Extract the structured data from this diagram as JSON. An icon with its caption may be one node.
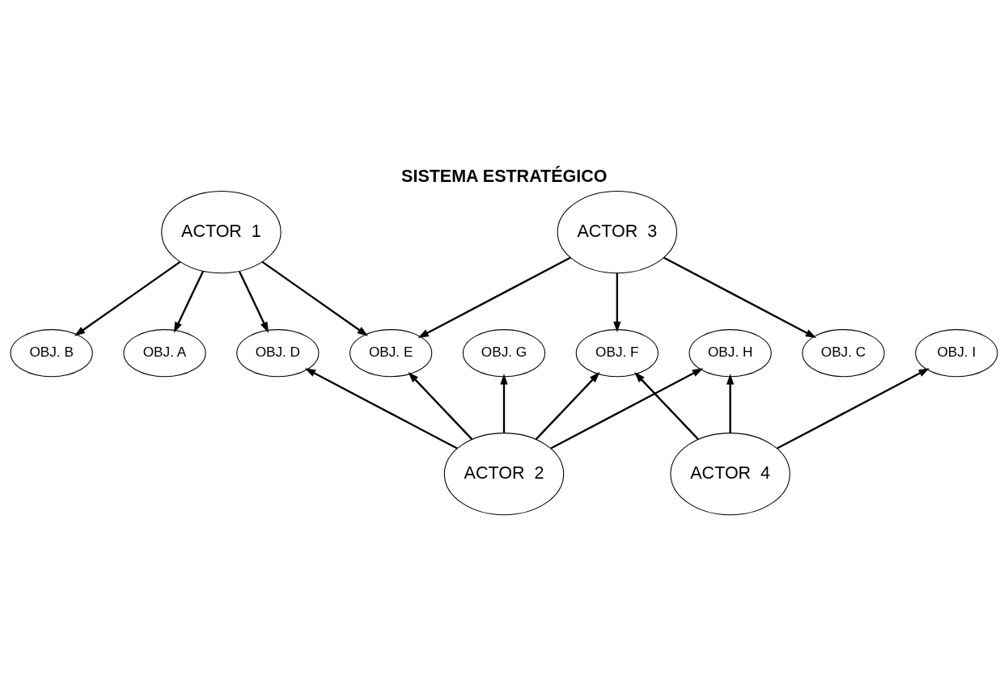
{
  "diagram": {
    "title": "SISTEMA ESTRATÉGICO",
    "nodes": [
      {
        "text": [
          "ACTOR  1"
        ]
      },
      {
        "text": [
          "OBJ. B"
        ]
      },
      {
        "text": [
          "ACTOR  3"
        ]
      },
      {
        "text": [
          "OBJ. A"
        ]
      },
      {
        "text": [
          "OBJ. C"
        ]
      },
      {
        "text": [
          "OBJ. E"
        ]
      },
      {
        "text": [
          "OBJ. D"
        ]
      },
      {
        "text": [
          "OBJ. F"
        ]
      },
      {
        "text": [
          "OBJ. G"
        ]
      },
      {
        "text": [
          "OBJ. I"
        ]
      },
      {
        "text": [
          "ACTOR  2"
        ]
      },
      {
        "text": [
          "OBJ. H"
        ]
      },
      {
        "text": [
          "ACTOR  4"
        ]
      }
    ],
    "edges": [
      {
        "from": 0,
        "to": 1,
        "arrow": "to"
      },
      {
        "from": 0,
        "to": 3,
        "arrow": "to"
      },
      {
        "from": 0,
        "to": 6,
        "arrow": "to"
      },
      {
        "from": 0,
        "to": 5,
        "arrow": "to"
      },
      {
        "from": 2,
        "to": 4,
        "arrow": "to"
      },
      {
        "from": 2,
        "to": 5,
        "arrow": "to"
      },
      {
        "from": 2,
        "to": 7,
        "arrow": "to"
      },
      {
        "from": 10,
        "to": 6,
        "arrow": "to"
      },
      {
        "from": 10,
        "to": 5,
        "arrow": "to"
      },
      {
        "from": 10,
        "to": 8,
        "arrow": "to"
      },
      {
        "from": 10,
        "to": 7,
        "arrow": "to"
      },
      {
        "from": 10,
        "to": 11,
        "arrow": "to"
      },
      {
        "from": 12,
        "to": 11,
        "arrow": "to"
      },
      {
        "from": 12,
        "to": 9,
        "arrow": "to"
      },
      {
        "from": 12,
        "to": 7,
        "arrow": "to"
      }
    ]
  }
}
